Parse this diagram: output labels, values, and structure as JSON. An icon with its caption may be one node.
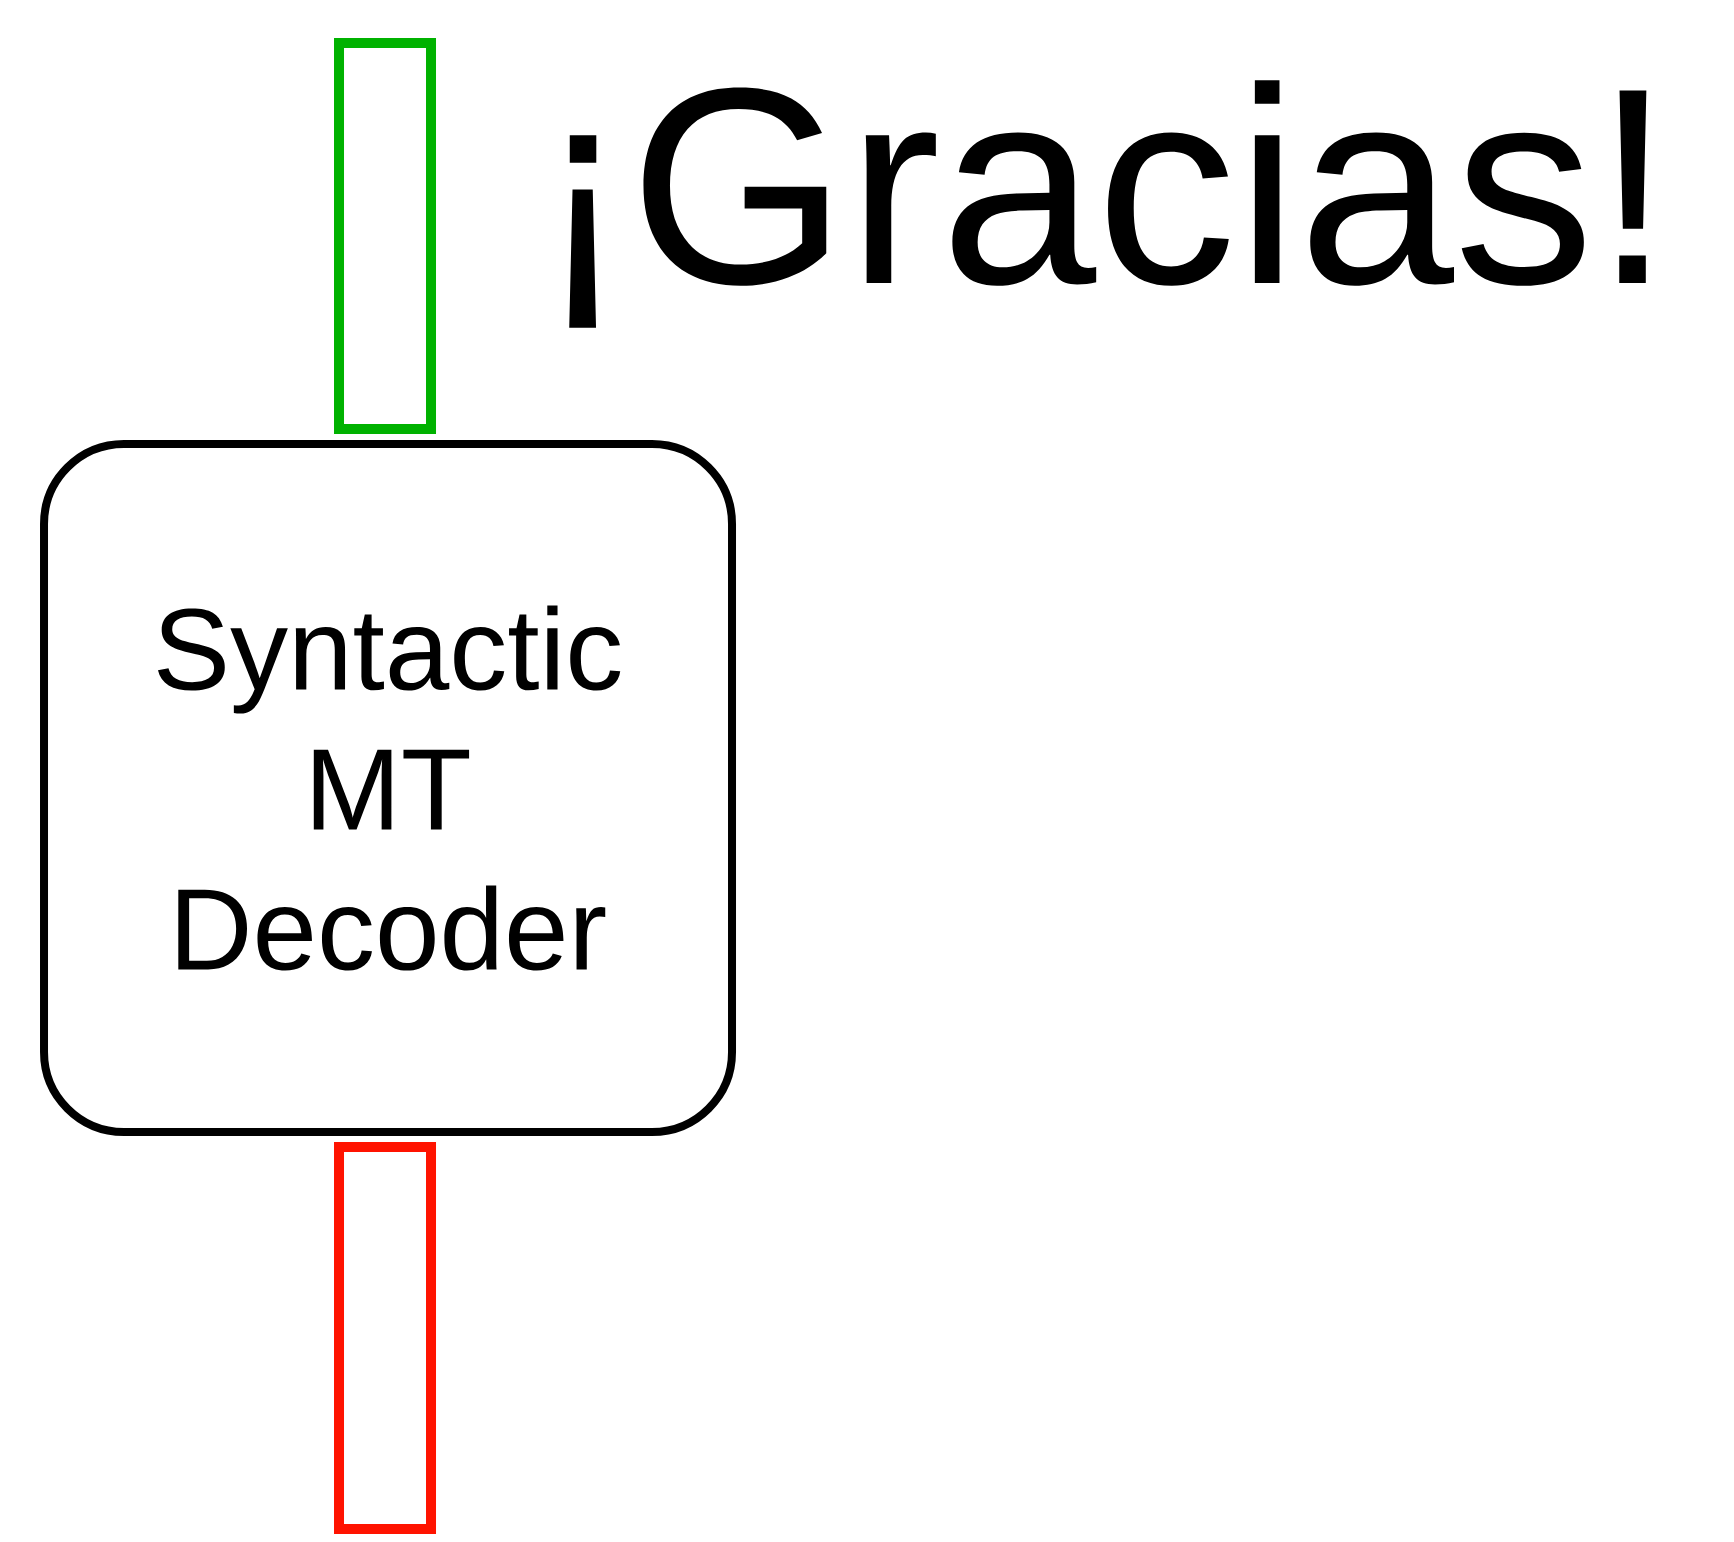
{
  "diagram": {
    "title": "¡Gracias!",
    "nodes": [
      {
        "text": [],
        "shape": "bar"
      },
      {
        "text": [
          "Syntactic MT Decoder"
        ]
      },
      {
        "text": [],
        "shape": "bar"
      }
    ]
  }
}
